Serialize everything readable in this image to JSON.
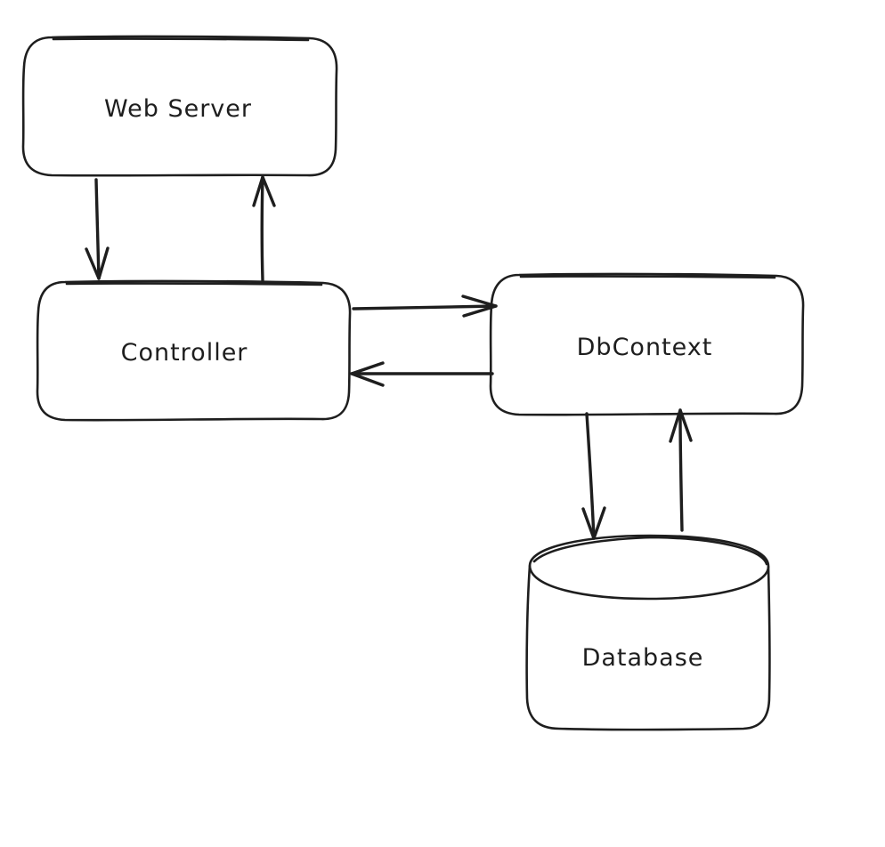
{
  "nodes": {
    "web_server": "Web Server",
    "controller": "Controller",
    "dbcontext": "DbContext",
    "database": "Database"
  },
  "colors": {
    "stroke": "#1e1e1e",
    "background": "#ffffff"
  }
}
